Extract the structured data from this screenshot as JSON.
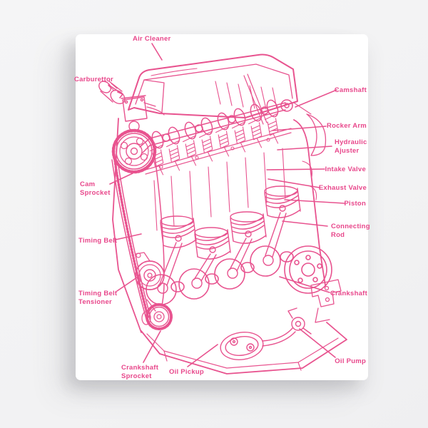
{
  "product": {
    "type": "canvas print mockup",
    "subject": "four-cylinder engine cutaway line diagram"
  },
  "colors": {
    "ink": "#e8538f",
    "canvas_background": "#ffffff",
    "page_background": "#f3f3f4"
  },
  "diagram": {
    "labels": [
      {
        "id": "air-cleaner",
        "lines": [
          "Air Cleaner"
        ]
      },
      {
        "id": "carburettor",
        "lines": [
          "Carburettor"
        ]
      },
      {
        "id": "camshaft",
        "lines": [
          "Camshaft"
        ]
      },
      {
        "id": "rocker-arm",
        "lines": [
          "Rocker Arm"
        ]
      },
      {
        "id": "hydraulic-ajuster",
        "lines": [
          "Hydraulic",
          "Ajuster"
        ]
      },
      {
        "id": "intake-valve",
        "lines": [
          "Intake Valve"
        ]
      },
      {
        "id": "exhaust-valve",
        "lines": [
          "Exhaust Valve"
        ]
      },
      {
        "id": "piston",
        "lines": [
          "Piston"
        ]
      },
      {
        "id": "connecting-rod",
        "lines": [
          "Connecting",
          "Rod"
        ]
      },
      {
        "id": "cam-sprocket",
        "lines": [
          "Cam",
          "Sprocket"
        ]
      },
      {
        "id": "timing-belt",
        "lines": [
          "Timing Belt"
        ]
      },
      {
        "id": "timing-belt-tensioner",
        "lines": [
          "Timing Belt",
          "Tensioner"
        ]
      },
      {
        "id": "crankshaft",
        "lines": [
          "Crankshaft"
        ]
      },
      {
        "id": "crankshaft-sprocket",
        "lines": [
          "Crankshaft",
          "Sprocket"
        ]
      },
      {
        "id": "oil-pickup",
        "lines": [
          "Oil Pickup"
        ]
      },
      {
        "id": "oil-pump",
        "lines": [
          "Oil Pump"
        ]
      }
    ]
  }
}
